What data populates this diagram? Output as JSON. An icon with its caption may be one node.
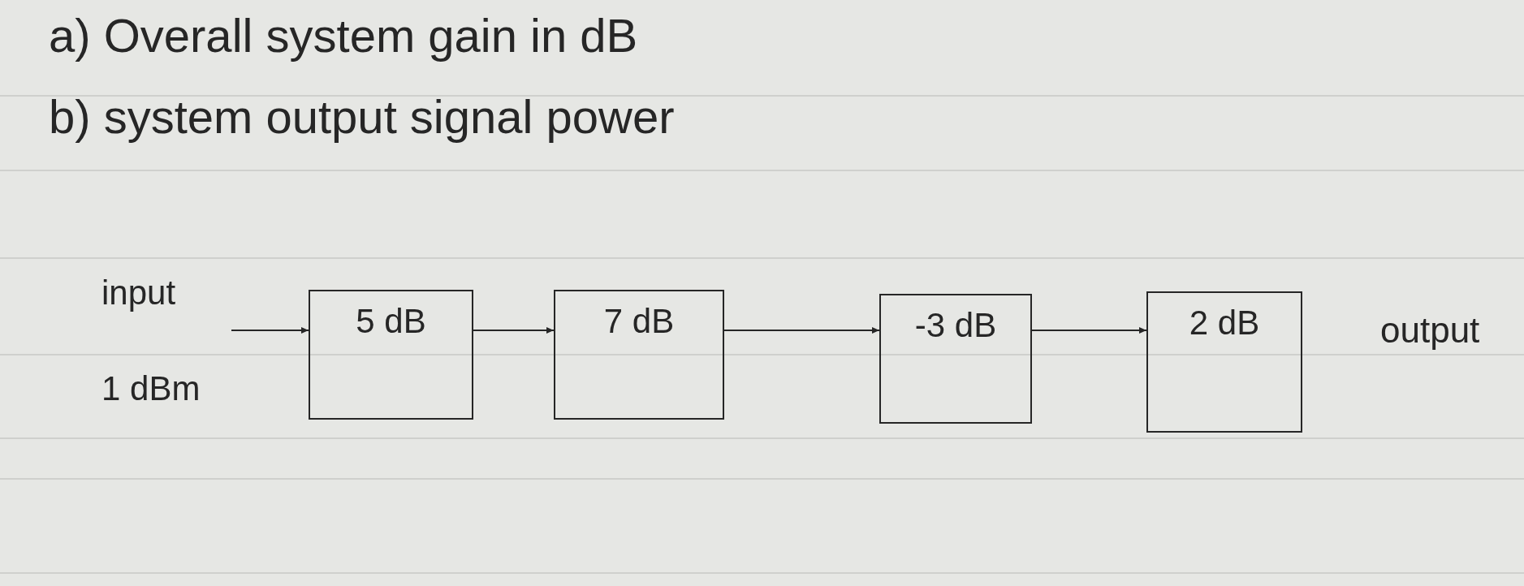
{
  "diagram": {
    "nodes": [
      {
        "text": [
          "input",
          "1 dBm"
        ]
      },
      {
        "text": [
          "5 dB"
        ]
      },
      {
        "text": [
          "7 dB"
        ]
      },
      {
        "text": [
          "-3 dB"
        ]
      },
      {
        "text": [
          "2 dB"
        ]
      }
    ],
    "edges": [
      {
        "from": 0,
        "to": 1,
        "arrow": "to"
      },
      {
        "from": 1,
        "to": 2,
        "arrow": "to"
      },
      {
        "from": 2,
        "to": 3,
        "arrow": "to"
      },
      {
        "from": 3,
        "to": 4,
        "arrow": "to"
      }
    ],
    "labels": [
      "a) Overall system gain in dB",
      "b) system output signal power",
      "output"
    ]
  }
}
